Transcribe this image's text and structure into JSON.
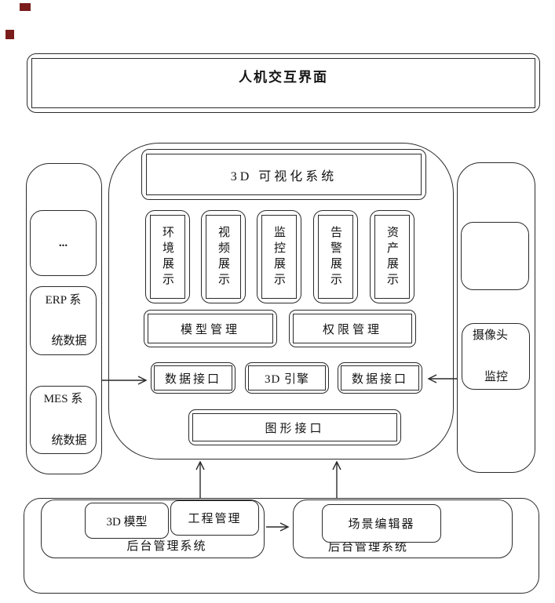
{
  "banner": {
    "label": "人机交互界面"
  },
  "left_panel": {
    "dots": "...",
    "erp": {
      "line1": "ERP 系",
      "line2": "统数据"
    },
    "mes": {
      "line1": "MES 系",
      "line2": "统数据"
    }
  },
  "right_panel": {
    "camera": {
      "line1": "摄像头",
      "line2": "监控"
    }
  },
  "viz_system": {
    "title": "3D 可视化系统",
    "modules": [
      {
        "label": "环境展示"
      },
      {
        "label": "视频展示"
      },
      {
        "label": "监控展示"
      },
      {
        "label": "告警展示"
      },
      {
        "label": "资产展示"
      }
    ],
    "management": [
      {
        "label": "模型管理"
      },
      {
        "label": "权限管理"
      }
    ],
    "interfaces": [
      {
        "label": "数据接口"
      },
      {
        "label": "3D 引擎"
      },
      {
        "label": "数据接口"
      }
    ],
    "graphics_interface": "图形接口"
  },
  "backend": {
    "left": {
      "label": "后台管理系统",
      "tools": [
        {
          "label": "3D 模型"
        },
        {
          "label": "工程管理"
        }
      ]
    },
    "right": {
      "label": "后台管理系统",
      "tools": [
        {
          "label": "场景编辑器"
        }
      ]
    }
  },
  "colors": {
    "line": "#2a2a2a",
    "background": "#ffffff",
    "mark": "#7b1c1c"
  }
}
